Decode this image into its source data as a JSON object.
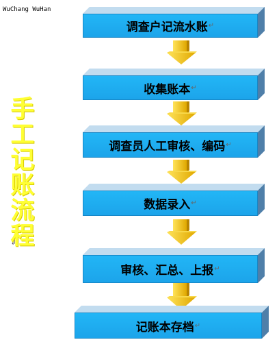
{
  "header": {
    "text": "WuChang WuHan"
  },
  "side_title": [
    "手",
    "工",
    "记",
    "账",
    "流",
    "程"
  ],
  "side_mark": "↲",
  "paragraph_mark": "↵",
  "steps": [
    {
      "label": "调查户记流水账"
    },
    {
      "label": "收集账本"
    },
    {
      "label": "调查员人工审核、编码"
    },
    {
      "label": "数据录入"
    },
    {
      "label": "审核、汇总、上报"
    },
    {
      "label": "记账本存档"
    }
  ],
  "colors": {
    "box_front": "#1ca4ea",
    "box_top": "#c2dcef",
    "box_side": "#4f7fa9",
    "arrow": "#f5c400",
    "side_title": "#ffff33"
  }
}
